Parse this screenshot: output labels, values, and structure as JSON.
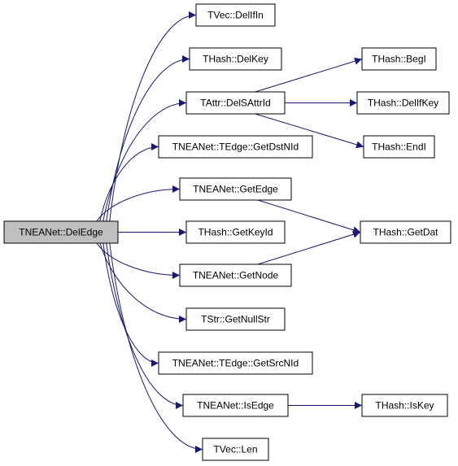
{
  "graph": {
    "nodes": [
      {
        "id": "root",
        "label": "TNEANet::DelEdge",
        "fill": "#bfbfbf"
      },
      {
        "id": "n1",
        "label": "TVec::DelIfIn",
        "fill": "#ffffff"
      },
      {
        "id": "n2",
        "label": "THash::DelKey",
        "fill": "#ffffff"
      },
      {
        "id": "n3",
        "label": "TAttr::DelSAttrId",
        "fill": "#ffffff"
      },
      {
        "id": "n4",
        "label": "TNEANet::TEdge::GetDstNId",
        "fill": "#ffffff"
      },
      {
        "id": "n5",
        "label": "TNEANet::GetEdge",
        "fill": "#ffffff"
      },
      {
        "id": "n6",
        "label": "THash::GetKeyId",
        "fill": "#ffffff"
      },
      {
        "id": "n7",
        "label": "TNEANet::GetNode",
        "fill": "#ffffff"
      },
      {
        "id": "n8",
        "label": "TStr::GetNullStr",
        "fill": "#ffffff"
      },
      {
        "id": "n9",
        "label": "TNEANet::TEdge::GetSrcNId",
        "fill": "#ffffff"
      },
      {
        "id": "n10",
        "label": "TNEANet::IsEdge",
        "fill": "#ffffff"
      },
      {
        "id": "n11",
        "label": "TVec::Len",
        "fill": "#ffffff"
      },
      {
        "id": "n12",
        "label": "THash::BegI",
        "fill": "#ffffff"
      },
      {
        "id": "n13",
        "label": "THash::DelIfKey",
        "fill": "#ffffff"
      },
      {
        "id": "n14",
        "label": "THash::EndI",
        "fill": "#ffffff"
      },
      {
        "id": "n15",
        "label": "THash::GetDat",
        "fill": "#ffffff"
      },
      {
        "id": "n16",
        "label": "THash::IsKey",
        "fill": "#ffffff"
      }
    ],
    "edges": [
      {
        "from": "root",
        "to": "n1"
      },
      {
        "from": "root",
        "to": "n2"
      },
      {
        "from": "root",
        "to": "n3"
      },
      {
        "from": "root",
        "to": "n4"
      },
      {
        "from": "root",
        "to": "n5"
      },
      {
        "from": "root",
        "to": "n6"
      },
      {
        "from": "root",
        "to": "n7"
      },
      {
        "from": "root",
        "to": "n8"
      },
      {
        "from": "root",
        "to": "n9"
      },
      {
        "from": "root",
        "to": "n10"
      },
      {
        "from": "root",
        "to": "n11"
      },
      {
        "from": "n3",
        "to": "n12"
      },
      {
        "from": "n3",
        "to": "n13"
      },
      {
        "from": "n3",
        "to": "n14"
      },
      {
        "from": "n5",
        "to": "n15"
      },
      {
        "from": "n7",
        "to": "n15"
      },
      {
        "from": "n10",
        "to": "n16"
      }
    ],
    "edge_color": "#191970",
    "node_border_color": "#000000"
  }
}
